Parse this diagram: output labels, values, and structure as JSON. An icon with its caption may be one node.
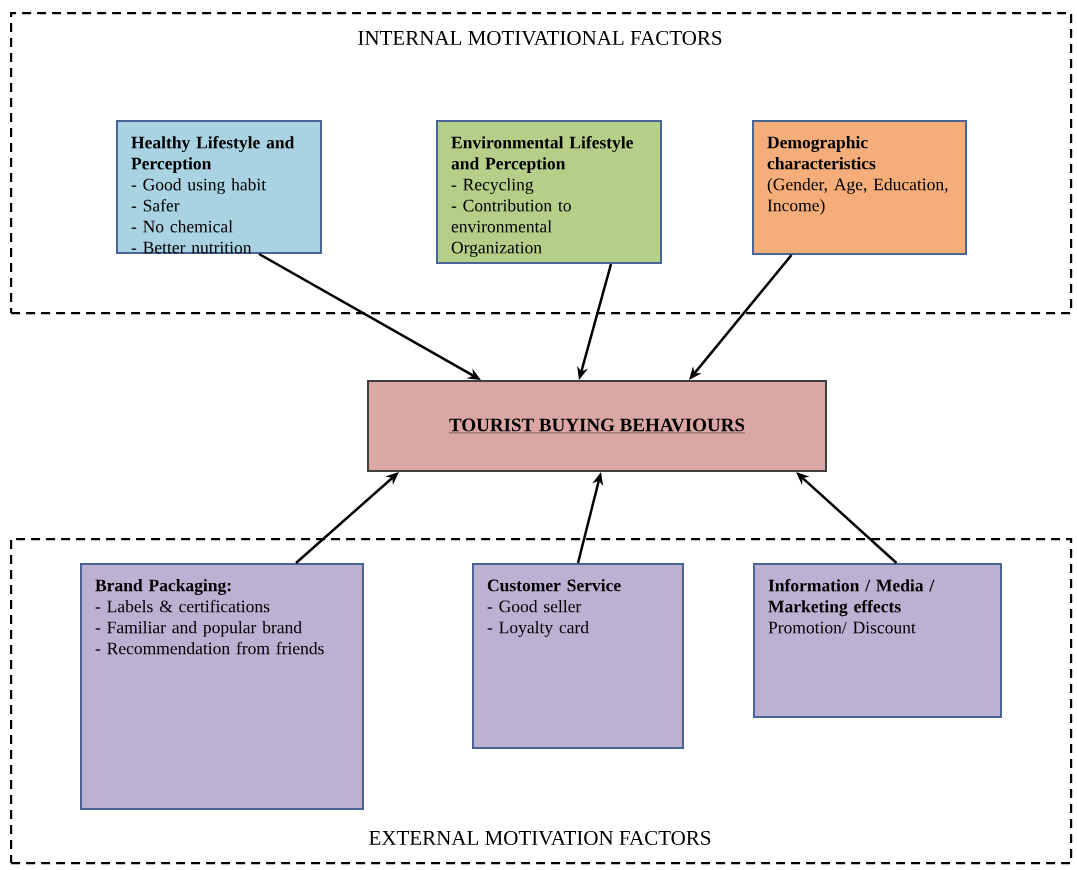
{
  "diagram": {
    "nodes": [
      {
        "text": [
          "INTERNAL MOTIVATIONAL FACTORS"
        ]
      },
      {
        "text": [
          "Healthy Lifestyle and Perception",
          "- Good using habit",
          "- Safer",
          "- No chemical",
          "- Better nutrition"
        ],
        "in": 0
      },
      {
        "text": [
          "Environmental Lifestyle and Perception",
          "- Recycling",
          "- Contribution to environmental Organization"
        ],
        "in": 0
      },
      {
        "text": [
          "Demographic characteristics",
          "(Gender, Age, Education, Income)"
        ],
        "in": 0
      },
      {
        "text": [
          "TOURIST BUYING BEHAVIOURS"
        ]
      },
      {
        "text": [
          "EXTERNAL MOTIVATION FACTORS"
        ]
      },
      {
        "text": [
          "Brand Packaging:",
          "- Labels & certifications",
          "- Familiar and popular brand",
          "- Recommendation from friends"
        ],
        "in": 5
      },
      {
        "text": [
          "Customer Service",
          "- Good seller",
          "- Loyalty card"
        ],
        "in": 5
      },
      {
        "text": [
          "Information / Media / Marketing effects",
          "Promotion/ Discount"
        ],
        "in": 5
      }
    ],
    "edges": [
      {
        "from": 1,
        "to": 4,
        "arrow": "to"
      },
      {
        "from": 2,
        "to": 4,
        "arrow": "to"
      },
      {
        "from": 3,
        "to": 4,
        "arrow": "to"
      },
      {
        "from": 6,
        "to": 4,
        "arrow": "to"
      },
      {
        "from": 7,
        "to": 4,
        "arrow": "to"
      },
      {
        "from": 8,
        "to": 4,
        "arrow": "to"
      }
    ]
  }
}
